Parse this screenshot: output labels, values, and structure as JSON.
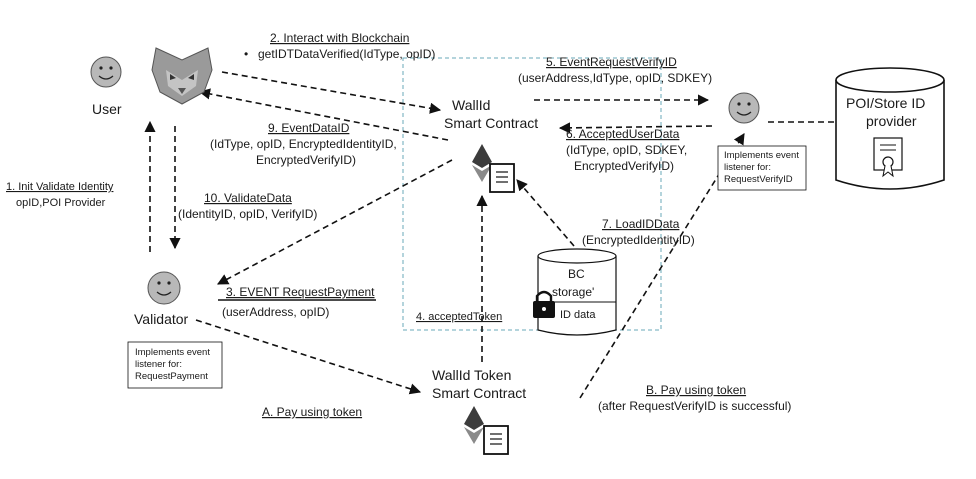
{
  "actors": {
    "user": "User",
    "validator": "Validator",
    "walid_contract": [
      "WallId",
      "Smart Contract"
    ],
    "token_contract": [
      "WallId Token",
      "Smart Contract"
    ],
    "store_provider": [
      "POI/Store ID",
      "provider"
    ],
    "bc_storage": [
      "BC",
      "storage'"
    ],
    "id_data": "ID data"
  },
  "notes": {
    "validator_listener": [
      "Implements event",
      "listener for:",
      "RequestPayment"
    ],
    "provider_listener": [
      "Implements event",
      "listener for:",
      "RequestVerifyID"
    ]
  },
  "steps": {
    "s1": {
      "title": "1. Init Validate Identity",
      "detail": [
        "opID,POI Provider"
      ]
    },
    "s2": {
      "title": "2. Interact with Blockchain",
      "detail": [
        "getIDTDataVerified(IdType, opID)"
      ]
    },
    "s3": {
      "title": "3. EVENT RequestPayment",
      "detail": [
        "(userAddress, opID)"
      ]
    },
    "s4": {
      "title": "4. acceptedToken",
      "detail": []
    },
    "s5": {
      "title": "5. EventRequestVerifyID",
      "detail": [
        "(userAddress,IdType, opID, SDKEY)"
      ]
    },
    "s6": {
      "title": "6. AcceptedUserData",
      "detail": [
        "(IdType, opID, SDKEY,",
        "EncryptedVerifyID)"
      ]
    },
    "s7": {
      "title": "7. LoadIDData",
      "detail": [
        "(EncryptedIdentityID)"
      ]
    },
    "s9": {
      "title": "9. EventDataID",
      "detail": [
        "(IdType, opID, EncryptedIdentityID,",
        "EncryptedVerifyID)"
      ]
    },
    "s10": {
      "title": "10. ValidateData",
      "detail": [
        "(IdentityID, opID, VerifyID)"
      ]
    },
    "sA": {
      "title": "A. Pay using token",
      "detail": []
    },
    "sB": {
      "title": "B. Pay using token",
      "detail": [
        "(after RequestVerifyID is successful)"
      ]
    }
  },
  "colors": {
    "line": "#111111",
    "smiley_fill": "#b8b8b8",
    "region_border": "#6aa9b8",
    "eth_dark": "#3c3c3c",
    "eth_light": "#8a8a8a",
    "fox": "#9a9a9a"
  }
}
